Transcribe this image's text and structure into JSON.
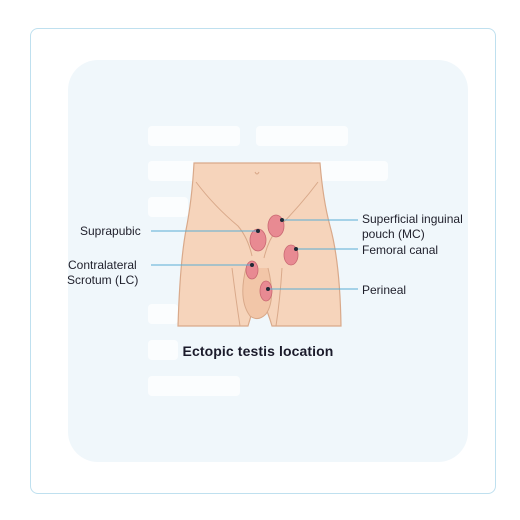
{
  "title": "Ectopic testis location",
  "labels": {
    "suprapubic": "Suprapubic",
    "contralateral_line1": "Contralateral",
    "contralateral_line2": "Scrotum (LC)",
    "superficial_line1": "Superficial inguinal",
    "superficial_line2": "pouch (MC)",
    "femoral": "Femoral canal",
    "perineal": "Perineal"
  },
  "colors": {
    "skin": "#f6d4bb",
    "skin_outline": "#d9a98a",
    "testis": "#e88a92",
    "leader_line": "#5aaed4",
    "panel_bg": "#f0f7fb",
    "card_border": "#bfe0ef"
  }
}
